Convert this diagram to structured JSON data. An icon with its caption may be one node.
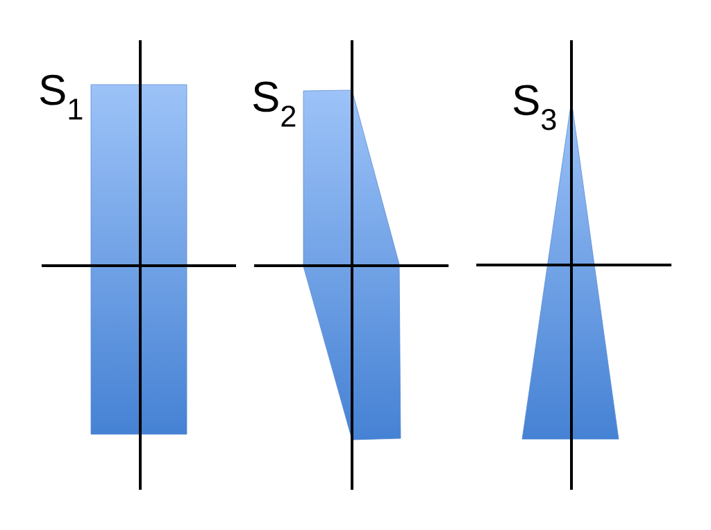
{
  "diagram": {
    "labels": [
      "S$_{1}$",
      "S$_{2}$",
      "S$_{3}$"
    ]
  }
}
